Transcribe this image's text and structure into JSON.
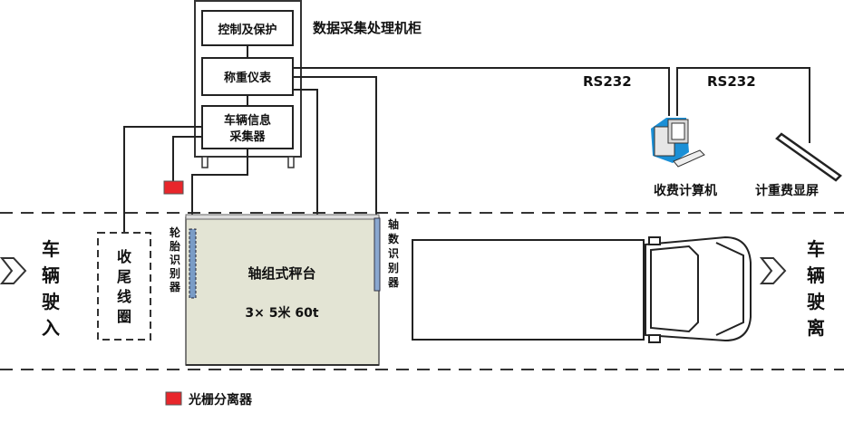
{
  "cabinet": {
    "title": "数据采集处理机柜",
    "modules": [
      "控制及保护",
      "称重仪表",
      "车辆信息",
      "采集器"
    ]
  },
  "links": [
    "RS232",
    "RS232"
  ],
  "devices": {
    "computer": "收费计算机",
    "display": "计重费显屏"
  },
  "lane": {
    "entry": [
      "车",
      "辆",
      "驶",
      "入"
    ],
    "exit": [
      "车",
      "辆",
      "驶",
      "离"
    ],
    "tail_coil": [
      "收",
      "尾",
      "线",
      "圈"
    ],
    "tire_detector": [
      "轮",
      "胎",
      "识",
      "别",
      "器"
    ],
    "axle_detector": [
      "轴",
      "数",
      "识",
      "别",
      "器"
    ],
    "platform_title": "轴组式秤台",
    "platform_spec": "3× 5米 60t"
  },
  "legend": {
    "light_curtain": "光栅分离器",
    "color": "#e8262b"
  }
}
